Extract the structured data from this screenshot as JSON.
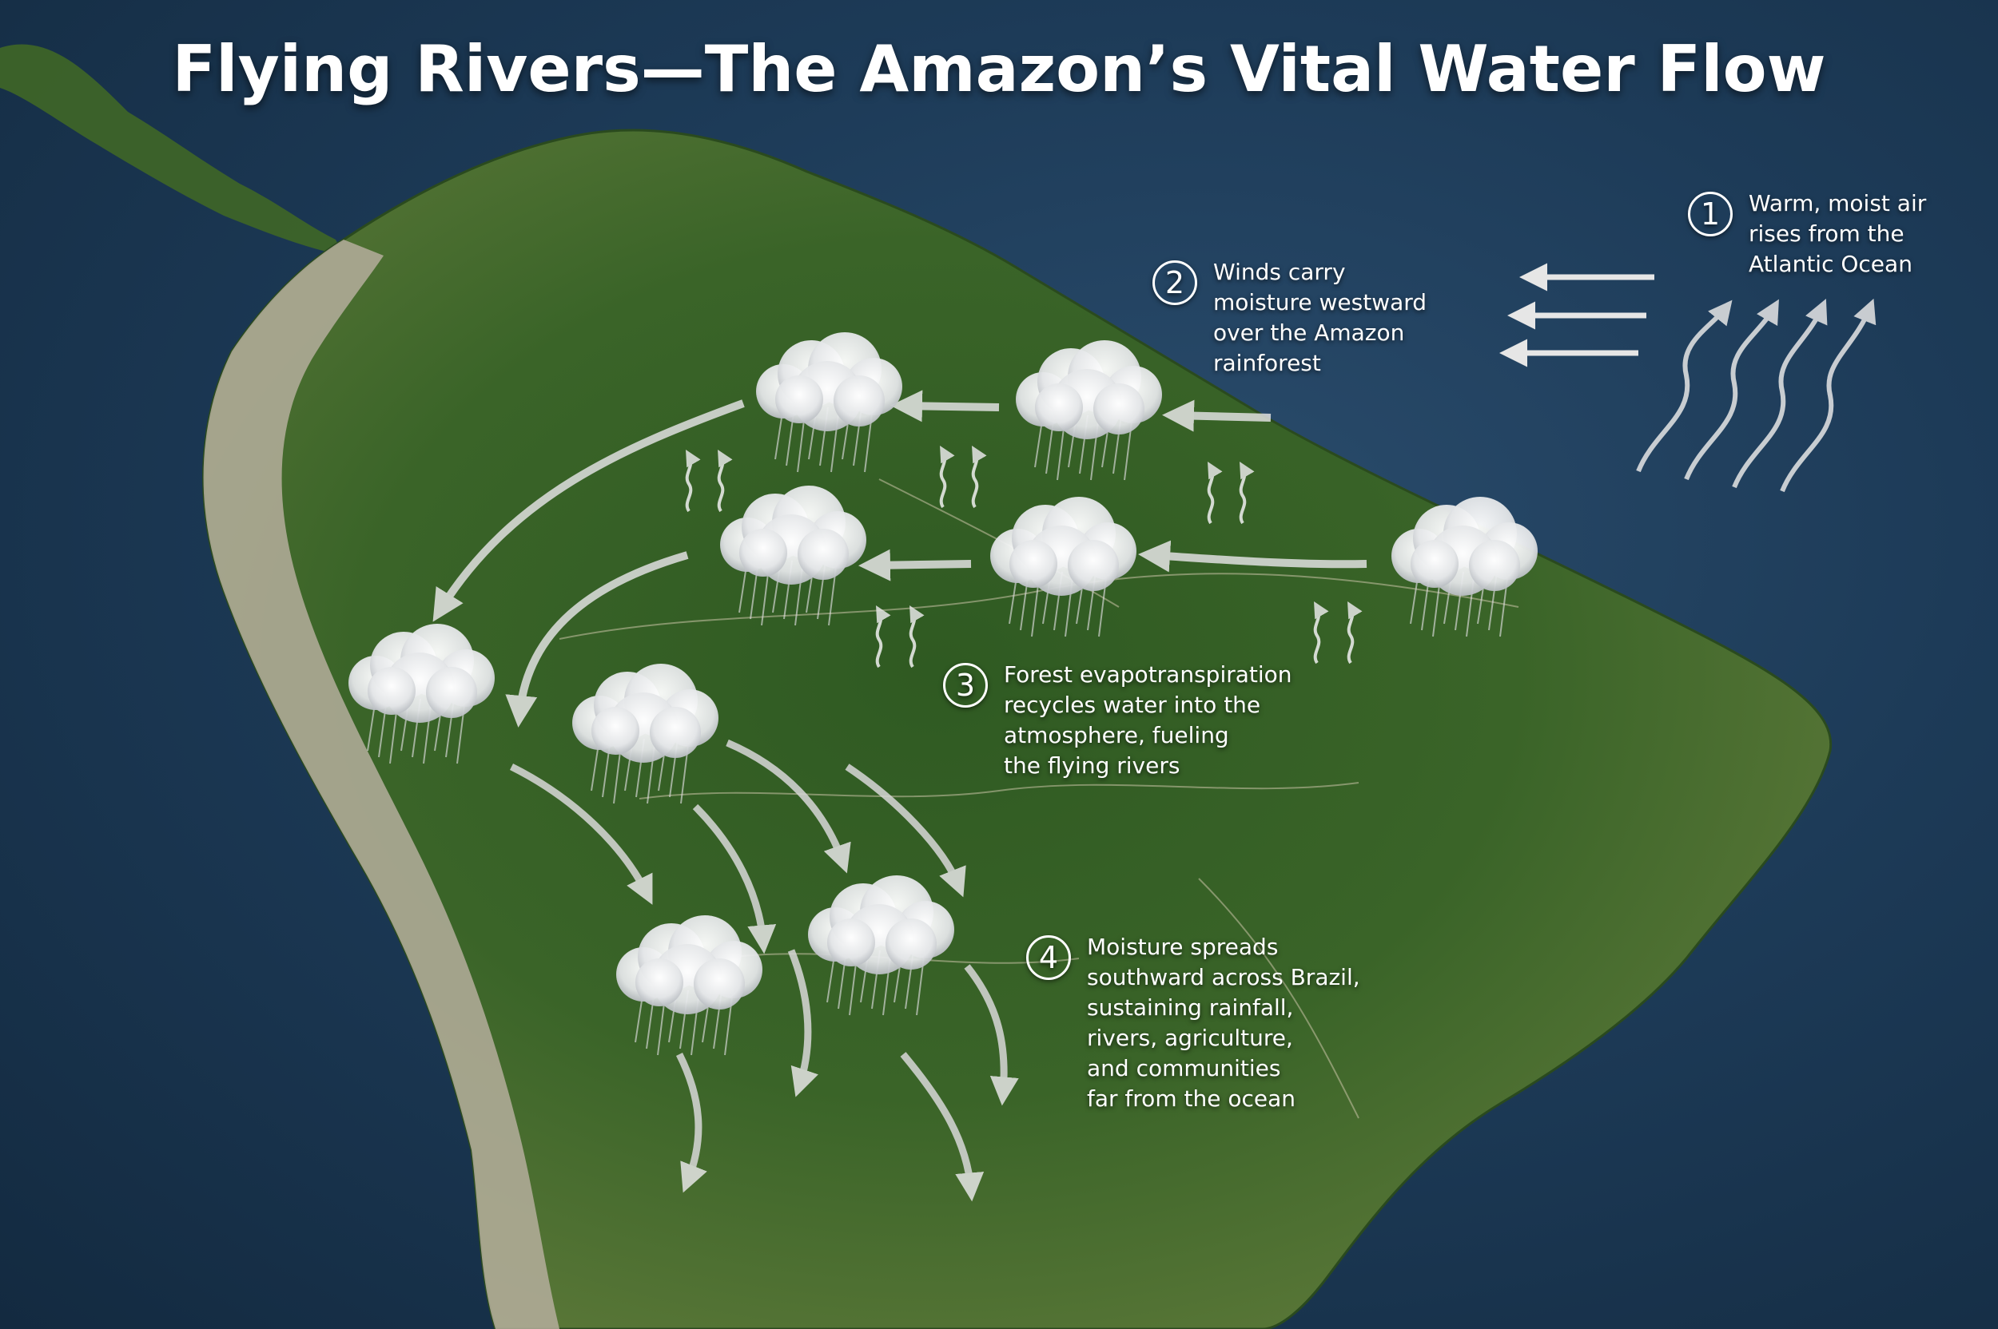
{
  "title": "Flying Rivers—The Amazon’s Vital Water Flow",
  "steps": [
    {
      "number": "1",
      "text": "Warm, moist air\nrises from the\nAtlantic Ocean"
    },
    {
      "number": "2",
      "text": "Winds carry\nmoisture westward\nover the Amazon\nrainforest"
    },
    {
      "number": "3",
      "text": "Forest evapotranspiration\nrecycles water into the\natmosphere, fueling\nthe flying rivers"
    },
    {
      "number": "4",
      "text": "Moisture spreads\nsouthward across Brazil,\nsustaining rainfall,\nrivers, agriculture,\nand communities\nfar from the ocean"
    }
  ],
  "colors": {
    "ocean": "#1d3b58",
    "forest": "#2f5a22",
    "savanna": "#5f7a3a",
    "andes": "#b8b2a2",
    "arrow": "#e6e6e6",
    "text": "#ffffff"
  },
  "icons": [
    "cloud-icon",
    "rain-icon",
    "arrow-icon",
    "vapor-icon"
  ]
}
